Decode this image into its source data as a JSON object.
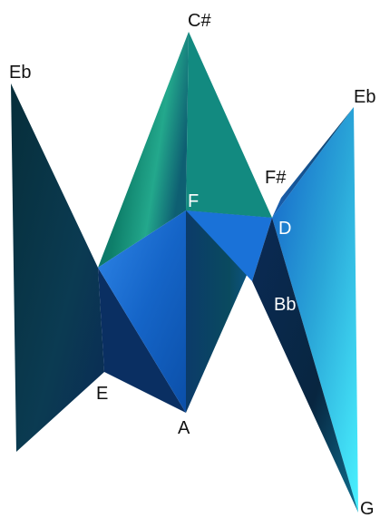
{
  "diagram": {
    "labels": {
      "eb_left": "Eb",
      "c_sharp": "C#",
      "eb_right": "Eb",
      "f_sharp": "F#",
      "f": "F",
      "d": "D",
      "bb": "Bb",
      "e": "E",
      "a": "A",
      "g": "G"
    },
    "colors": {
      "dark_teal": "#062e3a",
      "teal_green": "#0e7f6a",
      "mid_blue": "#1565c8",
      "bright_blue": "#2f86e8",
      "navy": "#0a2a55",
      "cyan": "#4af2ff",
      "label_dark": "#111111",
      "label_light": "#ffffff"
    }
  }
}
